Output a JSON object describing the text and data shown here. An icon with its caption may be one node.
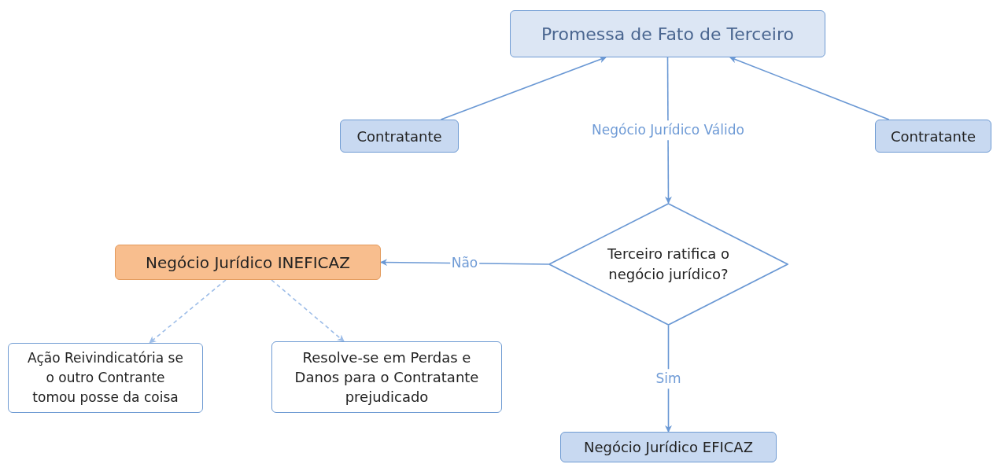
{
  "diagram": {
    "nodes": [
      {
        "text": [
          "Promessa de Fato de Terceiro"
        ]
      },
      {
        "text": [
          "Contratante"
        ]
      },
      {
        "text": [
          "Contratante"
        ]
      },
      {
        "text": [
          "Terceiro ratifica o negócio jurídico?"
        ]
      },
      {
        "text": [
          "Negócio Jurídico INEFICAZ"
        ]
      },
      {
        "text": [
          "Ação Reivindicatória se o outro Contrante tomou posse da coisa"
        ]
      },
      {
        "text": [
          "Resolve-se em Perdas e Danos para o Contratante prejudicado"
        ]
      },
      {
        "text": [
          "Negócio Jurídico EFICAZ"
        ]
      }
    ],
    "edges": [
      {
        "from": 1,
        "to": 0,
        "arrow": "to"
      },
      {
        "from": 2,
        "to": 0,
        "arrow": "to"
      },
      {
        "from": 0,
        "to": 3,
        "arrow": "to",
        "label": "Negócio Jurídico Válido"
      },
      {
        "from": 3,
        "to": 4,
        "arrow": "to",
        "label": "Não"
      },
      {
        "from": 4,
        "to": 5,
        "arrow": "to",
        "style": "dashed",
        "color": "#9dbde8"
      },
      {
        "from": 4,
        "to": 6,
        "arrow": "to",
        "style": "dashed",
        "color": "#9dbde8"
      },
      {
        "from": 3,
        "to": 7,
        "arrow": "to",
        "label": "Sim"
      }
    ]
  }
}
